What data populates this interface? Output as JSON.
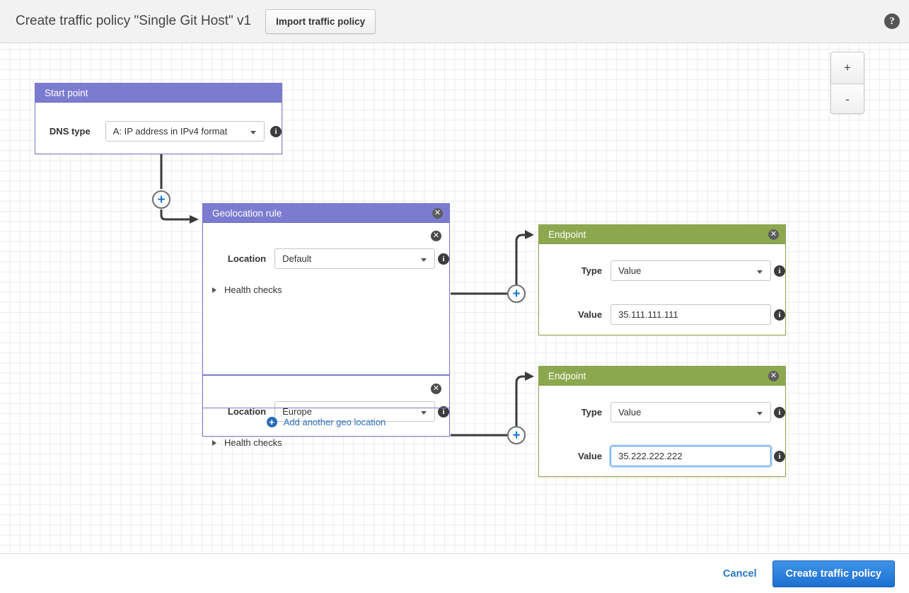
{
  "header": {
    "title": "Create traffic policy \"Single Git Host\" v1",
    "import_button": "Import traffic policy",
    "help_icon": "help-icon"
  },
  "canvas": {
    "zoom_in": "+",
    "zoom_out": "-"
  },
  "start_point": {
    "title": "Start point",
    "dns_type_label": "DNS type",
    "dns_type_value": "A: IP address in IPv4 format"
  },
  "geolocation_rule": {
    "title": "Geolocation rule",
    "locations": [
      {
        "label": "Location",
        "value": "Default",
        "health_checks": "Health checks"
      },
      {
        "label": "Location",
        "value": "Europe",
        "health_checks": "Health checks"
      }
    ],
    "add_location": "Add another geo location"
  },
  "endpoints": [
    {
      "title": "Endpoint",
      "type_label": "Type",
      "type_value": "Value",
      "value_label": "Value",
      "value_value": "35.111.111.111",
      "focused": false
    },
    {
      "title": "Endpoint",
      "type_label": "Type",
      "type_value": "Value",
      "value_label": "Value",
      "value_value": "35.222.222.222",
      "focused": true
    }
  ],
  "connector_plus": "+",
  "footer": {
    "cancel": "Cancel",
    "submit": "Create traffic policy"
  },
  "colors": {
    "rule_header": "#7b7bd0",
    "endpoint_header": "#8ca84e",
    "primary": "#1e6fd0",
    "link": "#2b6cb8"
  }
}
